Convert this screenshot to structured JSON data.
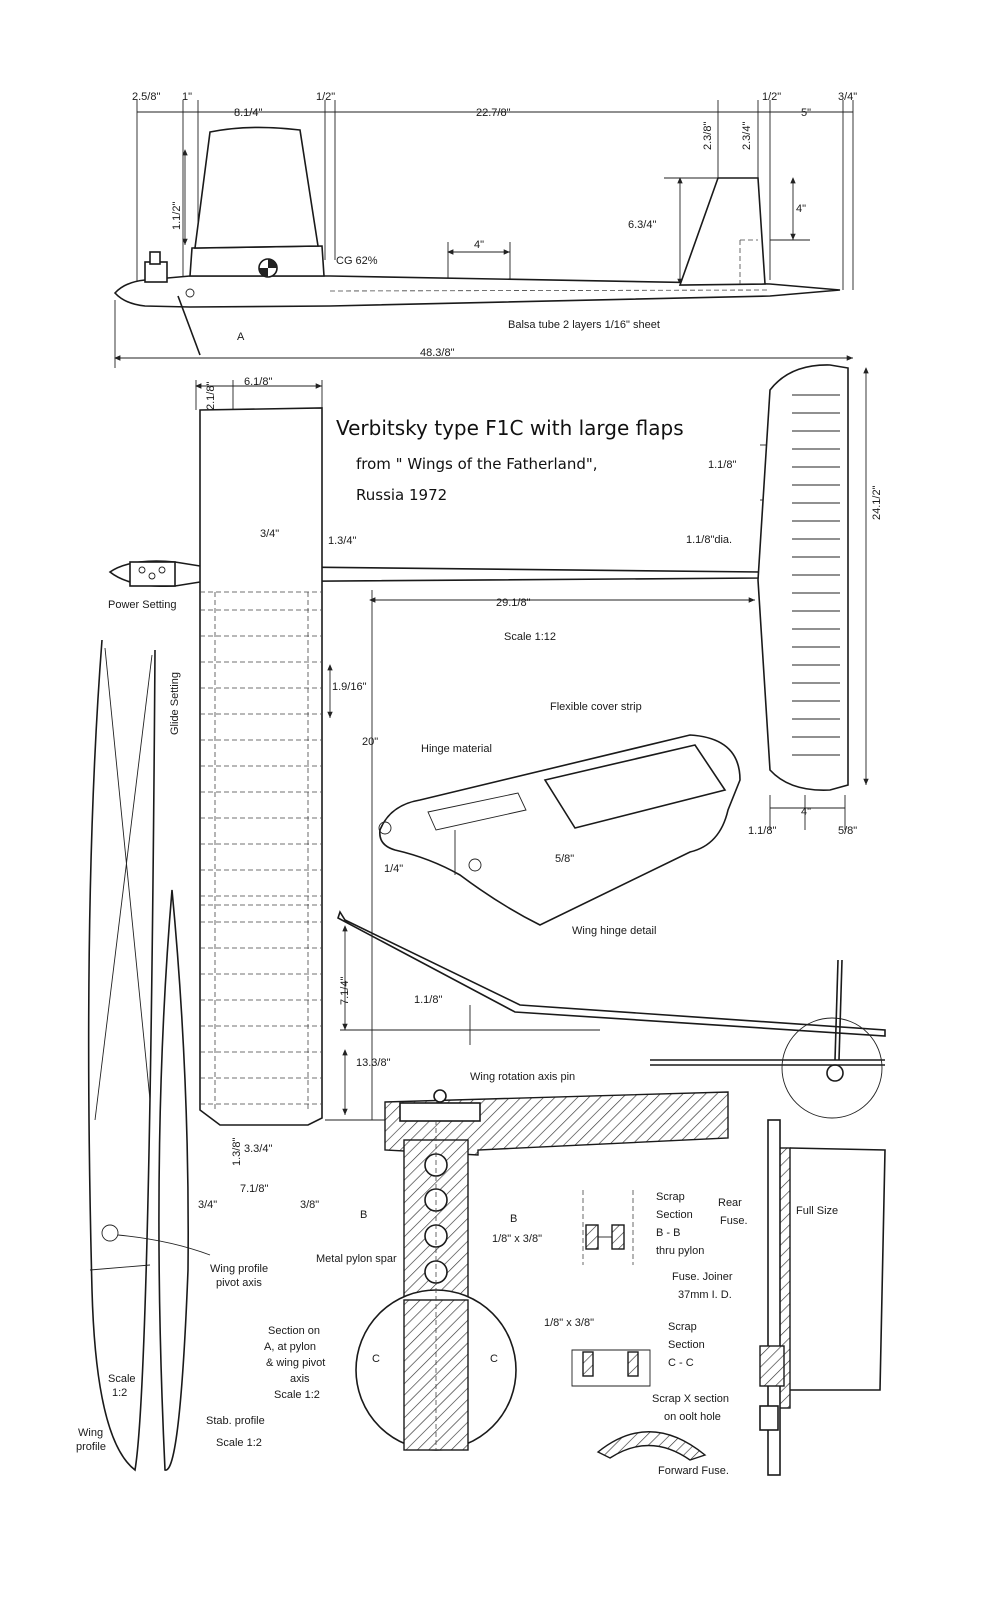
{
  "title": {
    "line1": "Verbitsky type F1C with  large flaps",
    "line2": "from  \" Wings of the Fatherland\",",
    "line3": "Russia 1972"
  },
  "side_view": {
    "dims": {
      "d_2_5_8": "2.5/8\"",
      "d_1": "1\"",
      "d_8_1_4": "8.1/4\"",
      "d_1_2a": "1/2\"",
      "d_22_7_8": "22.7/8\"",
      "d_2_3_8": "2.3/8\"",
      "d_2_3_4": "2.3/4\"",
      "d_1_2b": "1/2\"",
      "d_5": "5\"",
      "d_3_4": "3/4\"",
      "d_1_1_2": "1.1/2\"",
      "d_6_3_4": "6.3/4\"",
      "d_4a": "4\"",
      "d_4b": "4\"",
      "d_48_3_8": "48.3/8\""
    },
    "cg": "CG 62%",
    "tube_note": "Balsa tube 2 layers 1/16\" sheet",
    "point_a": "A"
  },
  "plan_view": {
    "dims": {
      "d_2_1_8": "2.1/8\"",
      "d_6_1_8": "6.1/8\"",
      "d_3_4": "3/4\"",
      "d_1_3_4": "1.3/4\"",
      "d_1_1_8_dia": "1.1/8\"dia.",
      "d_1_1_8a": "1.1/8\"",
      "d_24_1_2": "24.1/2\"",
      "d_29_1_8": "29.1/8\"",
      "d_1_9_16": "1.9/16\"",
      "d_20": "20\"",
      "d_4": "4\"",
      "d_1_1_8b": "1.1/8\"",
      "d_5_8": "5/8\""
    },
    "scale": "Scale 1:12",
    "power_setting": "Power Setting",
    "glide_setting": "Glide Setting"
  },
  "hinge_detail": {
    "flexible_strip": "Flexible cover strip",
    "hinge_material": "Hinge material",
    "d_1_4": "1/4\"",
    "d_5_8": "5/8\"",
    "caption": "Wing hinge detail"
  },
  "pylon": {
    "d_7_1_4": "7.1/4\"",
    "d_1_1_8": "1.1/8\"",
    "d_13_3_8": "13.3/8\"",
    "rotation_pin": "Wing rotation axis pin",
    "d_1_3_8": "1.3/8\"",
    "d_3_3_4": "3.3/4\"",
    "d_7_1_8": "7.1/8\"",
    "d_3_4": "3/4\"",
    "d_3_8": "3/8\"",
    "b_left": "B",
    "b_right": "B",
    "d_1_8x3_8a": "1/8\" x 3/8\"",
    "metal_pylon": "Metal pylon spar",
    "section_note": [
      "Section on",
      "A, at pylon",
      "& wing pivot",
      "axis",
      "Scale 1:2"
    ],
    "c_left": "C",
    "c_right": "C"
  },
  "scrap_sections": {
    "bb": [
      "Scrap",
      "Section",
      "B  -  B",
      "thru pylon"
    ],
    "rear_fuse": [
      "Rear",
      "Fuse."
    ],
    "full_size": "Full Size",
    "joiner": [
      "Fuse. Joiner",
      "37mm I. D."
    ],
    "d_1_8x3_8b": "1/8\" x 3/8\"",
    "cc": [
      "Scrap",
      "Section",
      "C  -  C"
    ],
    "x_section": [
      "Scrap X section",
      "on oolt hole"
    ],
    "forward_fuse": "Forward Fuse."
  },
  "profiles": {
    "wing_pivot": [
      "Wing profile",
      "pivot axis"
    ],
    "scale_1_2": [
      "Scale",
      "1:2"
    ],
    "wing_profile": [
      "Wing",
      "profile"
    ],
    "stab_profile": [
      "Stab. profile",
      "Scale 1:2"
    ]
  }
}
